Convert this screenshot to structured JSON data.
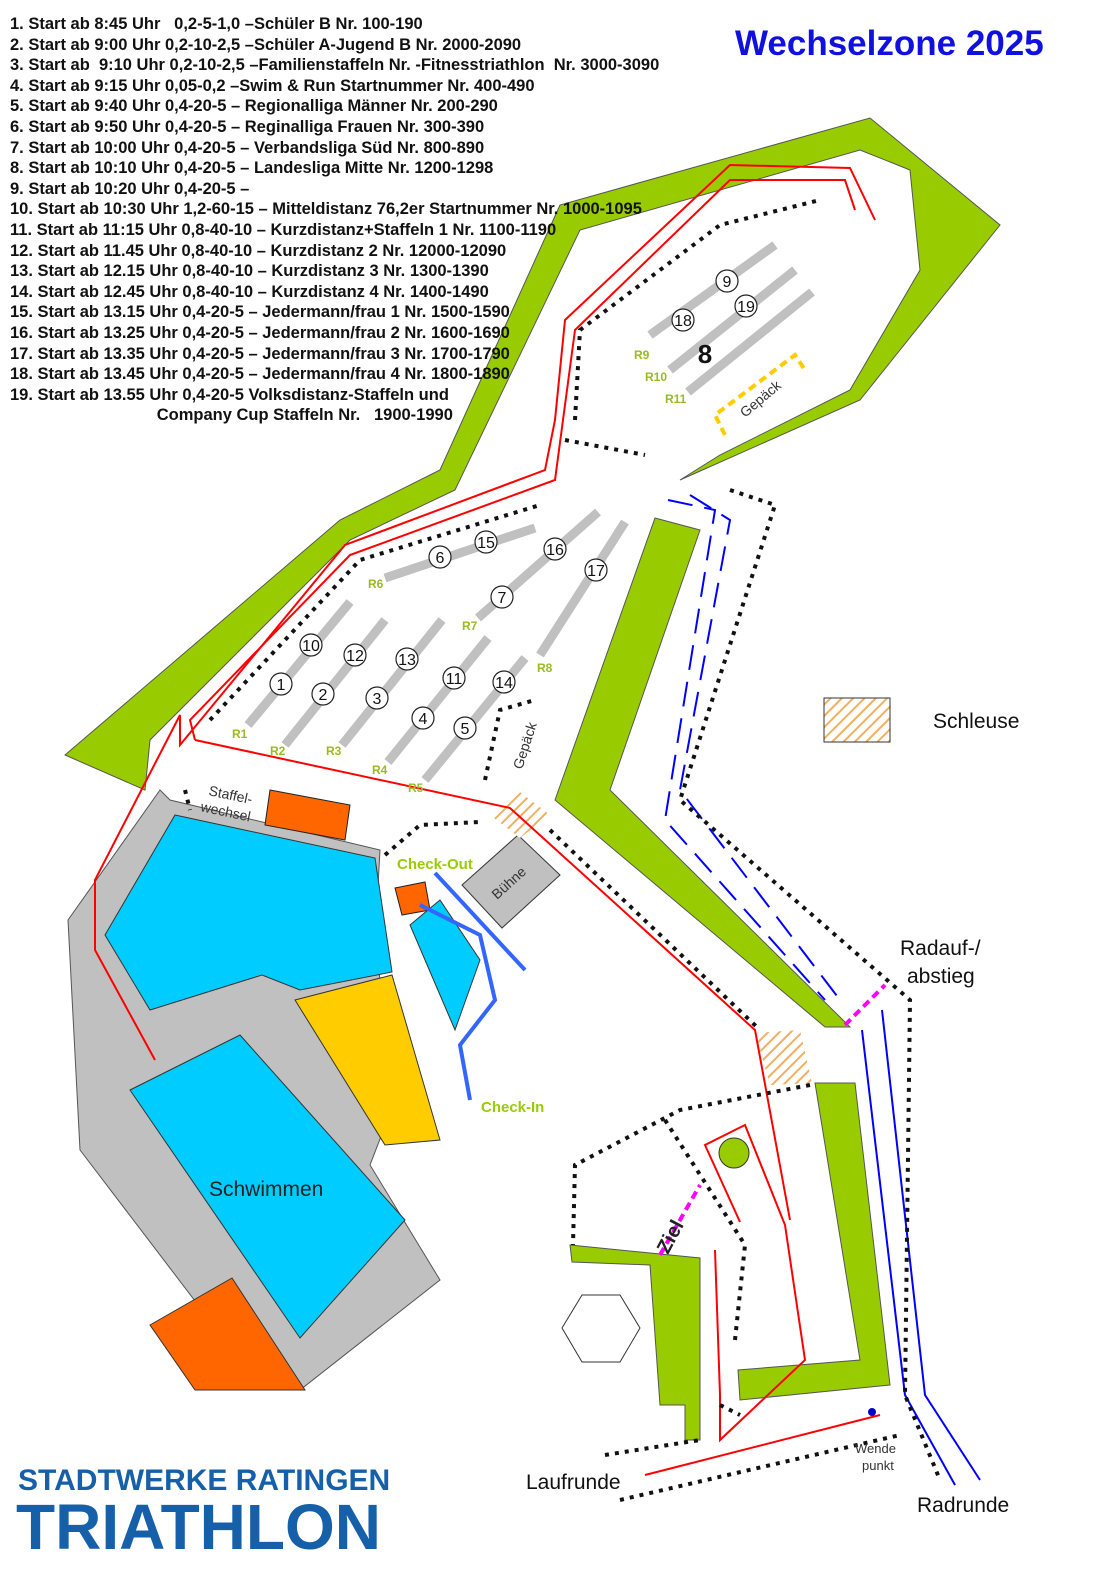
{
  "title": "Wechselzone 2025",
  "schedule": [
    "1. Start ab 8:45 Uhr   0,2-5-1,0 –Schüler B Nr. 100-190",
    "2. Start ab 9:00 Uhr 0,2-10-2,5 –Schüler A-Jugend B Nr. 2000-2090",
    "3. Start ab  9:10 Uhr 0,2-10-2,5 –Familienstaffeln Nr. -Fitnesstriathlon  Nr. 3000-3090",
    "4. Start ab 9:15 Uhr 0,05-0,2 –Swim & Run Startnummer Nr. 400-490",
    "5. Start ab 9:40 Uhr 0,4-20-5 – Regionalliga Männer Nr. 200-290",
    "6. Start ab 9:50 Uhr 0,4-20-5 – Reginalliga Frauen Nr. 300-390",
    "7. Start ab 10:00 Uhr 0,4-20-5 – Verbandsliga Süd Nr. 800-890",
    "8. Start ab 10:10 Uhr 0,4-20-5 – Landesliga Mitte Nr. 1200-1298",
    "9. Start ab 10:20 Uhr 0,4-20-5 –",
    "10. Start ab 10:30 Uhr 1,2-60-15 – Mitteldistanz 76,2er Startnummer Nr. 1000-1095",
    "11. Start ab 11:15 Uhr 0,8-40-10 – Kurzdistanz+Staffeln 1 Nr. 1100-1190",
    "12. Start ab 11.45 Uhr 0,8-40-10 – Kurzdistanz 2 Nr. 12000-12090",
    "13. Start ab 12.15 Uhr 0,8-40-10 – Kurzdistanz 3 Nr. 1300-1390",
    "14. Start ab 12.45 Uhr 0,8-40-10 – Kurzdistanz 4 Nr. 1400-1490",
    "15. Start ab 13.15 Uhr 0,4-20-5 – Jedermann/frau 1 Nr. 1500-1590",
    "16. Start ab 13.25 Uhr 0,4-20-5 – Jedermann/frau 2 Nr. 1600-1690",
    "17. Start ab 13.35 Uhr 0,4-20-5 – Jedermann/frau 3 Nr. 1700-1790",
    "18. Start ab 13.45 Uhr 0,4-20-5 – Jedermann/frau 4 Nr. 1800-1890",
    "19. Start ab 13.55 Uhr 0,4-20-5 Volksdistanz-Staffeln und",
    "                                Company Cup Staffeln Nr.   1900-1990"
  ],
  "labels": {
    "schleuse": "Schleuse",
    "radauf1": "Radauf-/",
    "radauf2": "abstieg",
    "laufrunde": "Laufrunde",
    "radrunde": "Radrunde",
    "wende1": "Wende",
    "wende2": "punkt",
    "schwimmen": "Schwimmen",
    "staffel1": "Staffel-",
    "staffel2": "wechsel",
    "checkout": "Check-Out",
    "checkin": "Check-In",
    "buehne": "Bühne",
    "gepaeck": "Gepäck",
    "ziel": "Ziel"
  },
  "racks": {
    "r1": "1",
    "r2": "2",
    "r3": "3",
    "r4": "4",
    "r5": "5",
    "r6": "6",
    "r7": "7",
    "r8": "8",
    "r9": "9",
    "r10": "10",
    "r11": "11",
    "r12": "12",
    "r13": "13",
    "r14": "14",
    "r15": "15",
    "r16": "16",
    "r17": "17",
    "r18": "18",
    "r19": "19"
  },
  "rows": {
    "R1": "R1",
    "R2": "R2",
    "R3": "R3",
    "R4": "R4",
    "R5": "R5",
    "R6": "R6",
    "R7": "R7",
    "R8": "R8",
    "R9": "R9",
    "R10": "R10",
    "R11": "R11"
  },
  "logo": {
    "line1": "STADTWERKE RATINGEN",
    "line2": "TRIATHLON"
  },
  "colors": {
    "green": "#99cc00",
    "water": "#00ccff",
    "orange": "#ff6600",
    "yellow": "#ffcc00",
    "grey": "#c0c0c0",
    "red": "#ff0000",
    "blue": "#0000ff",
    "magenta": "#ff00ff"
  }
}
